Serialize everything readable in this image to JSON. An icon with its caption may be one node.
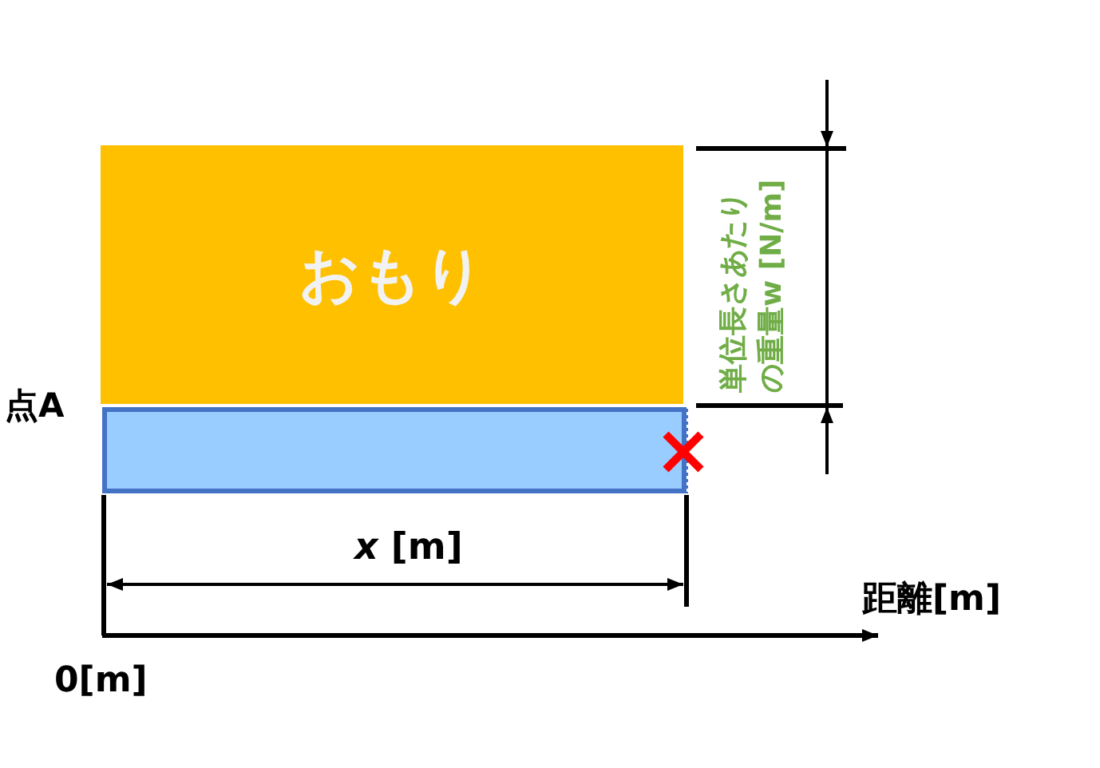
{
  "diagram": {
    "nodes": [
      {
        "text": [
          "おもり"
        ]
      },
      {
        "text": [],
        "shape": "box"
      }
    ],
    "edges": [],
    "labels": [
      "単位長さあたりの重量w [N/m]",
      "点A",
      "*x* [m]",
      "距離[m]",
      "0[m]"
    ]
  }
}
